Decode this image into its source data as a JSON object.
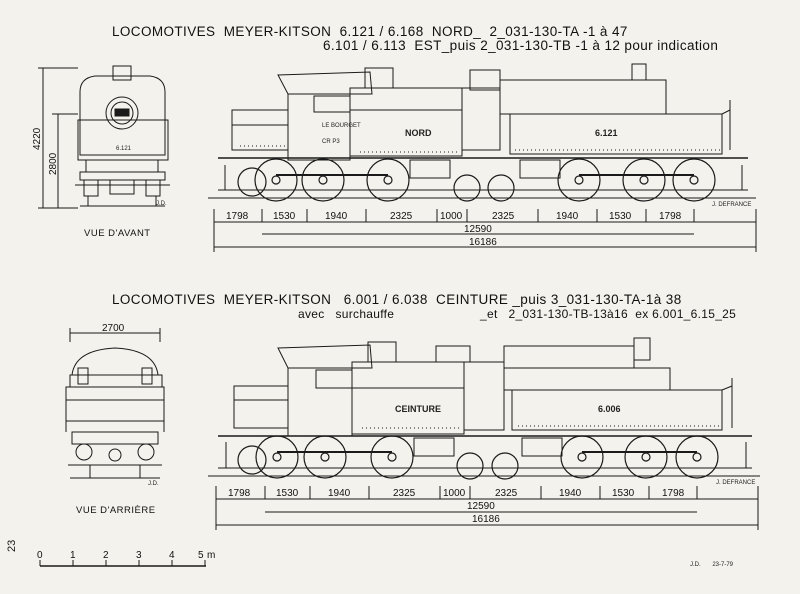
{
  "top": {
    "title_line1": "LOCOMOTIVES  MEYER-KITSON  6.121 / 6.168  NORD_  2_031-130-TA -1 à 47",
    "title_line2": "6.101 / 6.113  EST_puis 2_031-130-TB -1 à 12 pour indication",
    "height_total": "4220",
    "height_axis": "2800",
    "front_label": "VUE  D'AVANT",
    "front_number": "6.121",
    "tank_left": "NORD",
    "tank_right": "6.121",
    "cab_text_1": "LE BOURGET",
    "cab_text_2": "CR  P3",
    "credit": "J. DEFRANCE",
    "signature": "J.D.",
    "dims": [
      "1798",
      "1530",
      "1940",
      "2325",
      "1000",
      "2325",
      "1940",
      "1530",
      "1798"
    ],
    "wheelbase": "12590",
    "overall": "16186"
  },
  "bottom": {
    "title": "LOCOMOTIVES  MEYER-KITSON   6.001 / 6.038  CEINTURE _puis 3_031-130-TA-1à 38",
    "sub_left": "avec   surchauffe",
    "sub_right": "_et   2_031-130-TB-13à16  ex 6.001_6.15_25",
    "width_dim": "2700",
    "rear_label": "VUE  D'ARRIÈRE",
    "tank_left": "CEINTURE",
    "tank_right": "6.006",
    "credit": "J. DEFRANCE",
    "signature": "J.D.",
    "dims": [
      "1798",
      "1530",
      "1940",
      "2325",
      "1000",
      "2325",
      "1940",
      "1530",
      "1798"
    ],
    "wheelbase": "12590",
    "overall": "16186"
  },
  "scale": {
    "ticks": [
      "0",
      "1",
      "2",
      "3",
      "4",
      "5"
    ],
    "unit": "m"
  },
  "footer": {
    "date": "J.D.       23-7-79",
    "page_number": "23"
  }
}
